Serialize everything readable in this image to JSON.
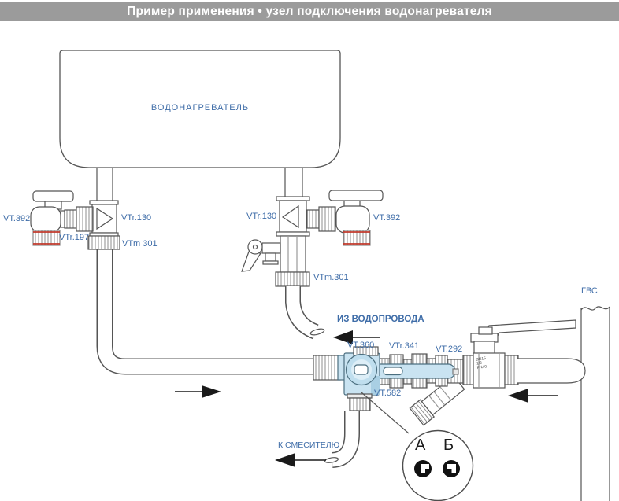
{
  "header": {
    "title": "Пример применения • узел подключения водонагревателя"
  },
  "diagram": {
    "heater_label": "ВОДОНАГРЕВАТЕЛЬ",
    "flow": {
      "from_supply": "ИЗ ВОДОПРОВОДА",
      "to_mixer": "К СМЕСИТЕЛЮ",
      "hot_water": "ГВС"
    },
    "components": {
      "left_drain_valve": "VT.392",
      "left_union": "VTr.197",
      "left_tee": "VTr.130",
      "left_compression": "VTm 301",
      "right_tee": "VTr.130",
      "right_drain_valve": "VT.392",
      "right_compression": "VTm.301",
      "diverter_valve": "VT.360",
      "fittings_group": "VTr.341",
      "ball_valve": "VT.292",
      "tee_body": "VT.582",
      "valve_marking": "DN15 1/2 PN40"
    },
    "detail": {
      "pos_a": "А",
      "pos_b": "Б"
    }
  },
  "colors": {
    "header_bg": "#9b9b9b",
    "header_text": "#ffffff",
    "label_blue": "#3f6da8",
    "line_gray": "#555555",
    "accent_light_blue": "#c9e3f1",
    "accent_red": "#c0392b",
    "arrow_black": "#1a1a1a"
  }
}
